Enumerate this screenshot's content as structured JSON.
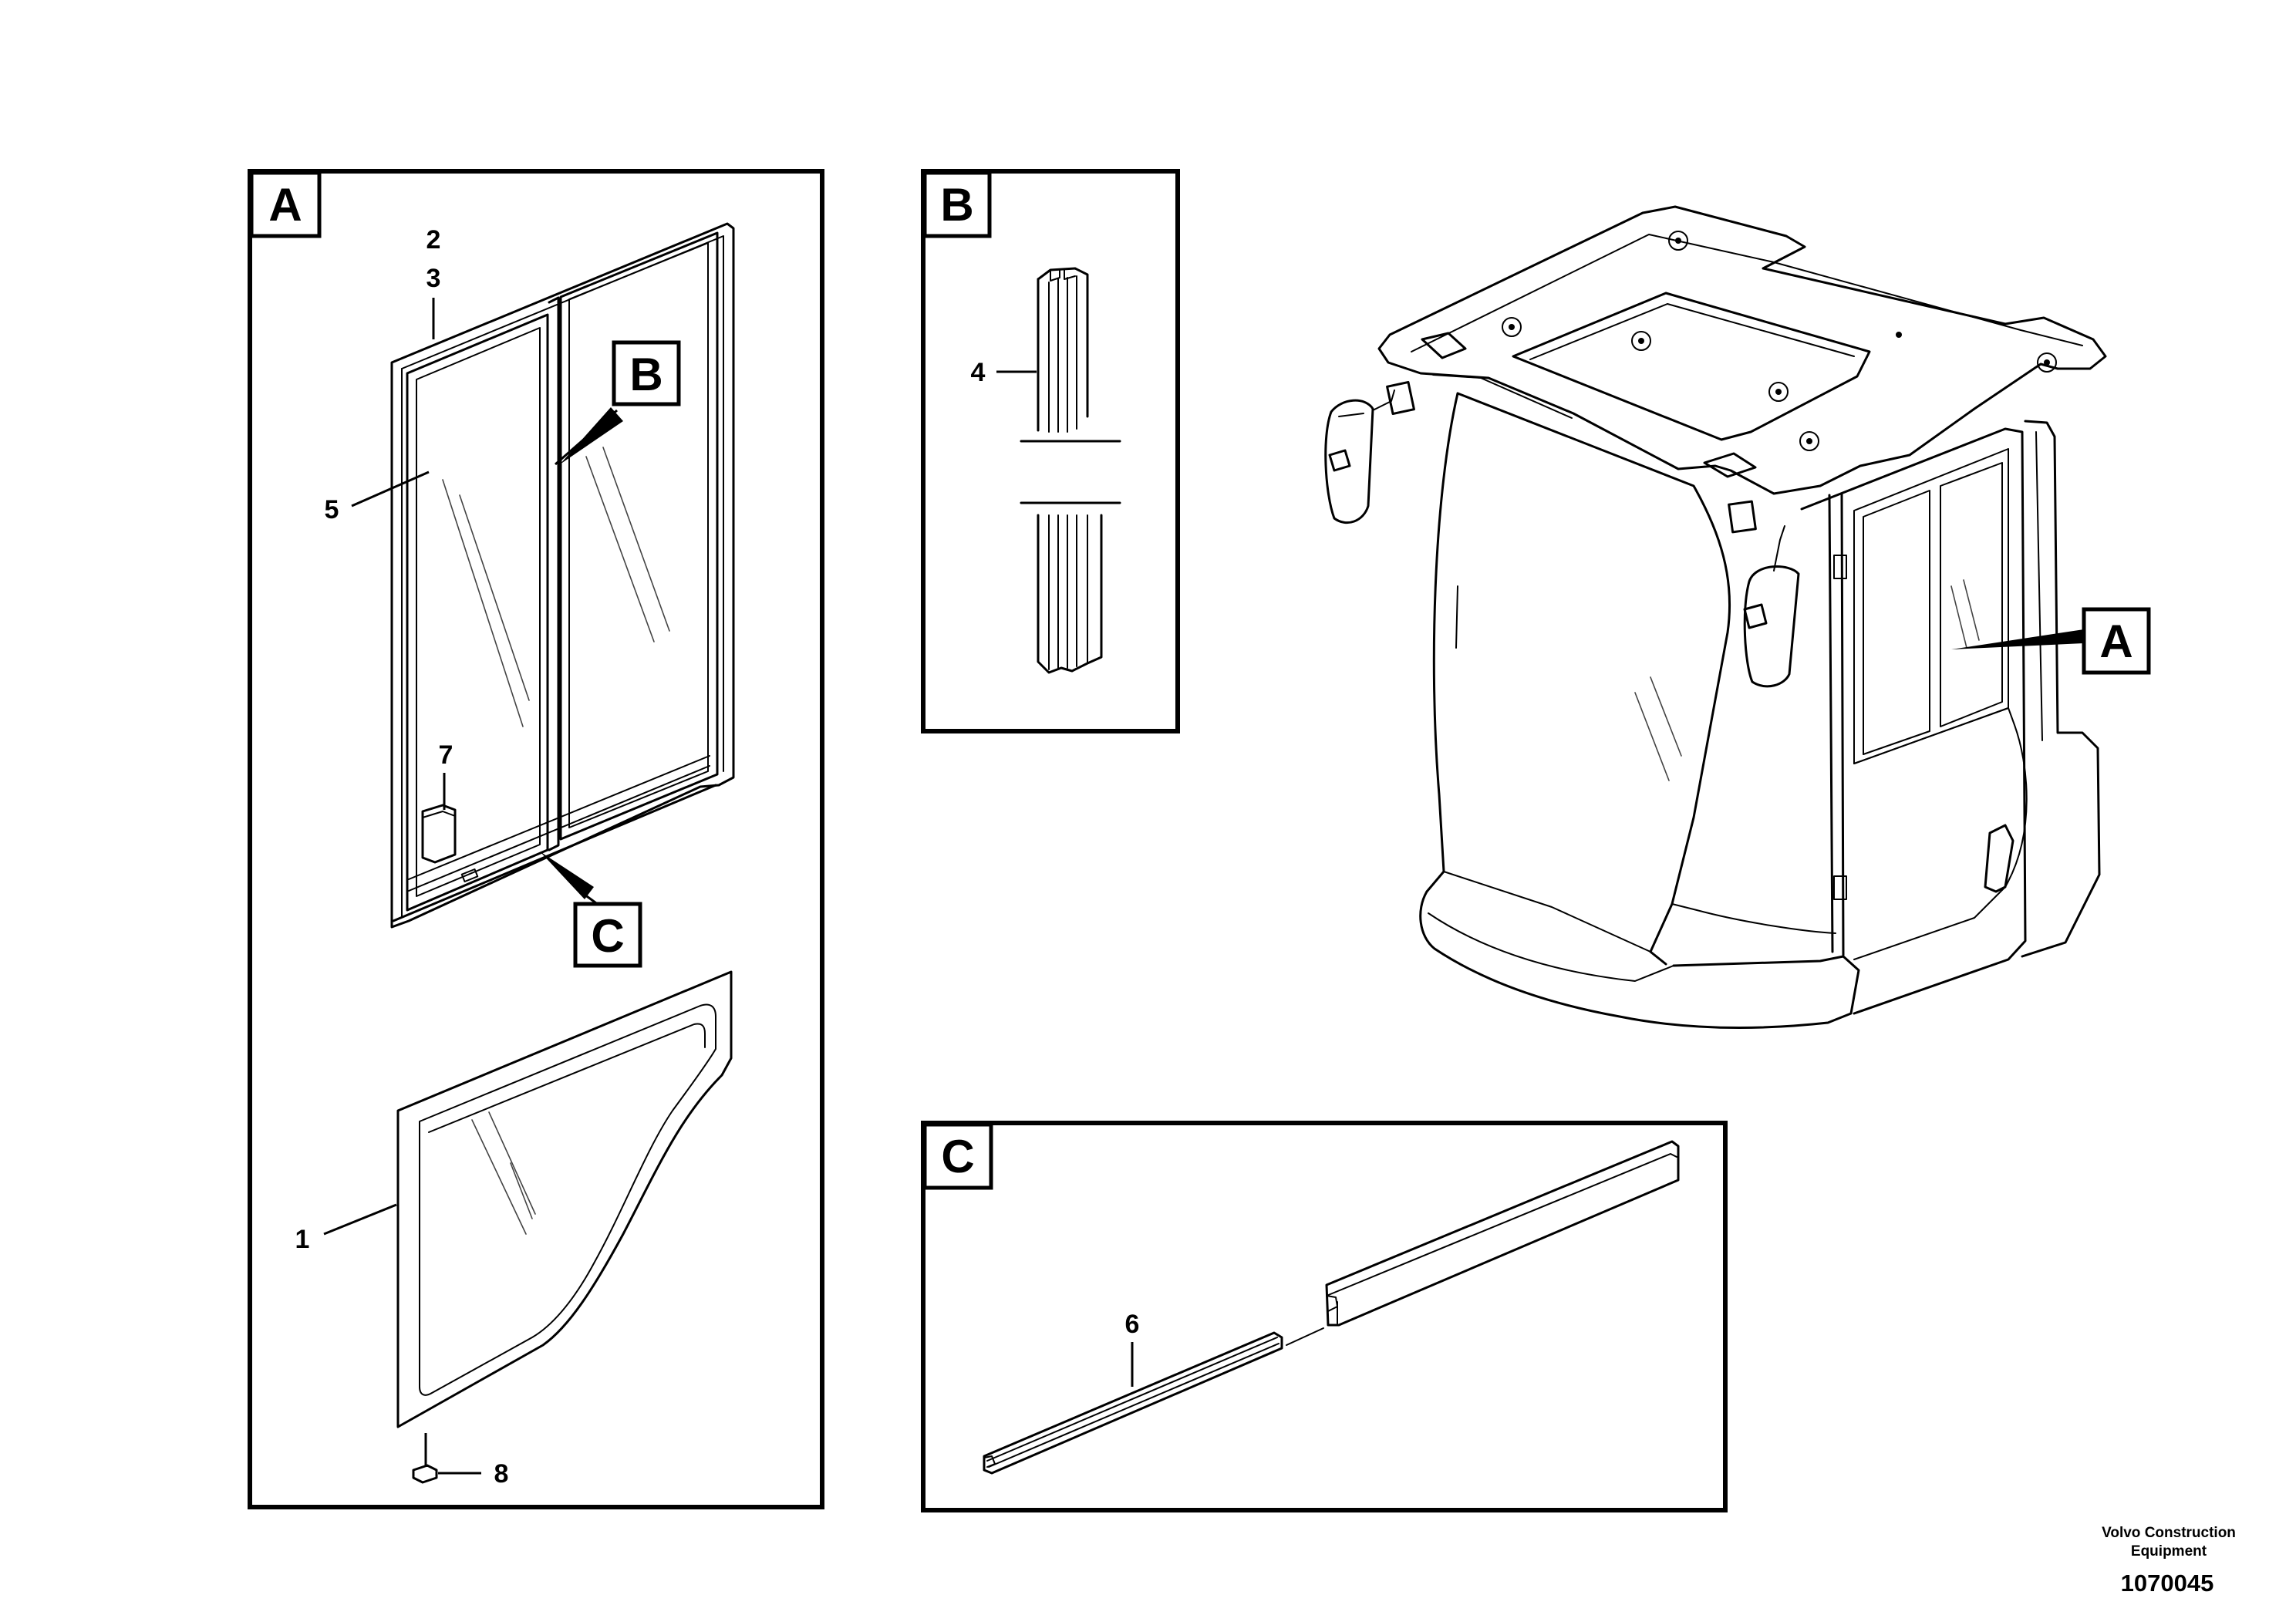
{
  "panels": {
    "a_label": "A",
    "b_label": "B",
    "c_label": "C"
  },
  "callouts": {
    "detail_b": "B",
    "detail_c": "C",
    "cab_view": "A"
  },
  "part_numbers": {
    "p1": "1",
    "p2": "2",
    "p3": "3",
    "p4": "4",
    "p5": "5",
    "p6": "6",
    "p7": "7",
    "p8": "8"
  },
  "footer": {
    "company_line1": "Volvo Construction",
    "company_line2": "Equipment",
    "drawing_number": "1070045"
  }
}
